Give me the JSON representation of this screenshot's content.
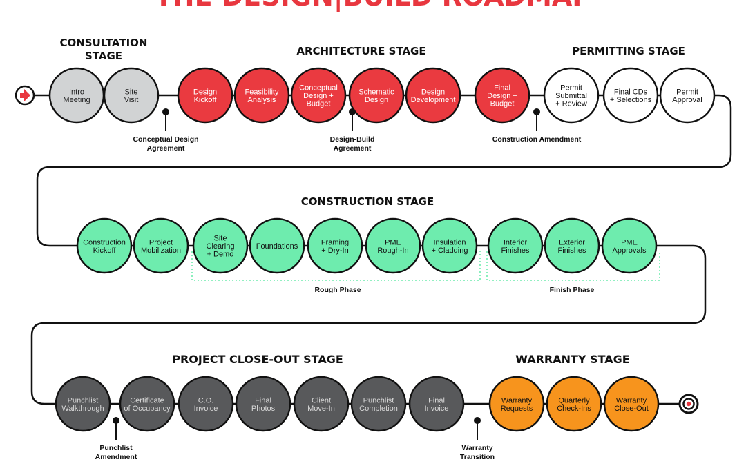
{
  "title": "THE DESIGN|BUILD ROADMAP",
  "colors": {
    "title": "#e8373f",
    "line": "#111111",
    "consultation": "#d1d3d4",
    "architecture": "#ea3a40",
    "permitting": "#ffffff",
    "construction": "#6eecae",
    "closeout": "#58595b",
    "warranty": "#f7941d",
    "phase_dots": "#6eecae",
    "start_arrow": "#e8373f"
  },
  "stages": [
    {
      "id": "consultation",
      "name": "CONSULTATION STAGE"
    },
    {
      "id": "architecture",
      "name": "ARCHITECTURE STAGE"
    },
    {
      "id": "permitting",
      "name": "PERMITTING STAGE"
    },
    {
      "id": "construction",
      "name": "CONSTRUCTION STAGE"
    },
    {
      "id": "closeout",
      "name": "PROJECT CLOSE-OUT STAGE"
    },
    {
      "id": "warranty",
      "name": "WARRANTY STAGE"
    }
  ],
  "steps": [
    {
      "label": "Intro Meeting",
      "stage": "consultation"
    },
    {
      "label": "Site Visit",
      "stage": "consultation"
    },
    {
      "label": "Design Kickoff",
      "stage": "architecture"
    },
    {
      "label": "Feasibility Analysis",
      "stage": "architecture"
    },
    {
      "label": "Conceptual Design + Budget",
      "stage": "architecture"
    },
    {
      "label": "Schematic Design",
      "stage": "architecture"
    },
    {
      "label": "Design Development",
      "stage": "architecture"
    },
    {
      "label": "Final Design + Budget",
      "stage": "architecture"
    },
    {
      "label": "Permit Submittal + Review",
      "stage": "permitting"
    },
    {
      "label": "Final CDs + Selections",
      "stage": "permitting"
    },
    {
      "label": "Permit Approval",
      "stage": "permitting"
    },
    {
      "label": "Construction Kickoff",
      "stage": "construction"
    },
    {
      "label": "Project Mobilization",
      "stage": "construction"
    },
    {
      "label": "Site Clearing + Demo",
      "stage": "construction"
    },
    {
      "label": "Foundations",
      "stage": "construction"
    },
    {
      "label": "Framing + Dry-In",
      "stage": "construction"
    },
    {
      "label": "PME Rough-In",
      "stage": "construction"
    },
    {
      "label": "Insulation + Cladding",
      "stage": "construction"
    },
    {
      "label": "Interior Finishes",
      "stage": "construction"
    },
    {
      "label": "Exterior Finishes",
      "stage": "construction"
    },
    {
      "label": "PME Approvals",
      "stage": "construction"
    },
    {
      "label": "Punchlist Walkthrough",
      "stage": "closeout"
    },
    {
      "label": "Certificate of Occupancy",
      "stage": "closeout"
    },
    {
      "label": "C.O. Invoice",
      "stage": "closeout"
    },
    {
      "label": "Final Photos",
      "stage": "closeout"
    },
    {
      "label": "Client Move-In",
      "stage": "closeout"
    },
    {
      "label": "Punchlist Completion",
      "stage": "closeout"
    },
    {
      "label": "Final Invoice",
      "stage": "closeout"
    },
    {
      "label": "Warranty Requests",
      "stage": "warranty"
    },
    {
      "label": "Quarterly Check-Ins",
      "stage": "warranty"
    },
    {
      "label": "Warranty Close-Out",
      "stage": "warranty"
    }
  ],
  "milestones": [
    {
      "label": "Conceptual Design Agreement"
    },
    {
      "label": "Design-Build Agreement"
    },
    {
      "label": "Construction Amendment"
    },
    {
      "label": "Punchlist Amendment"
    },
    {
      "label": "Warranty Transition"
    }
  ],
  "phases": [
    {
      "label": "Rough Phase"
    },
    {
      "label": "Finish Phase"
    }
  ]
}
